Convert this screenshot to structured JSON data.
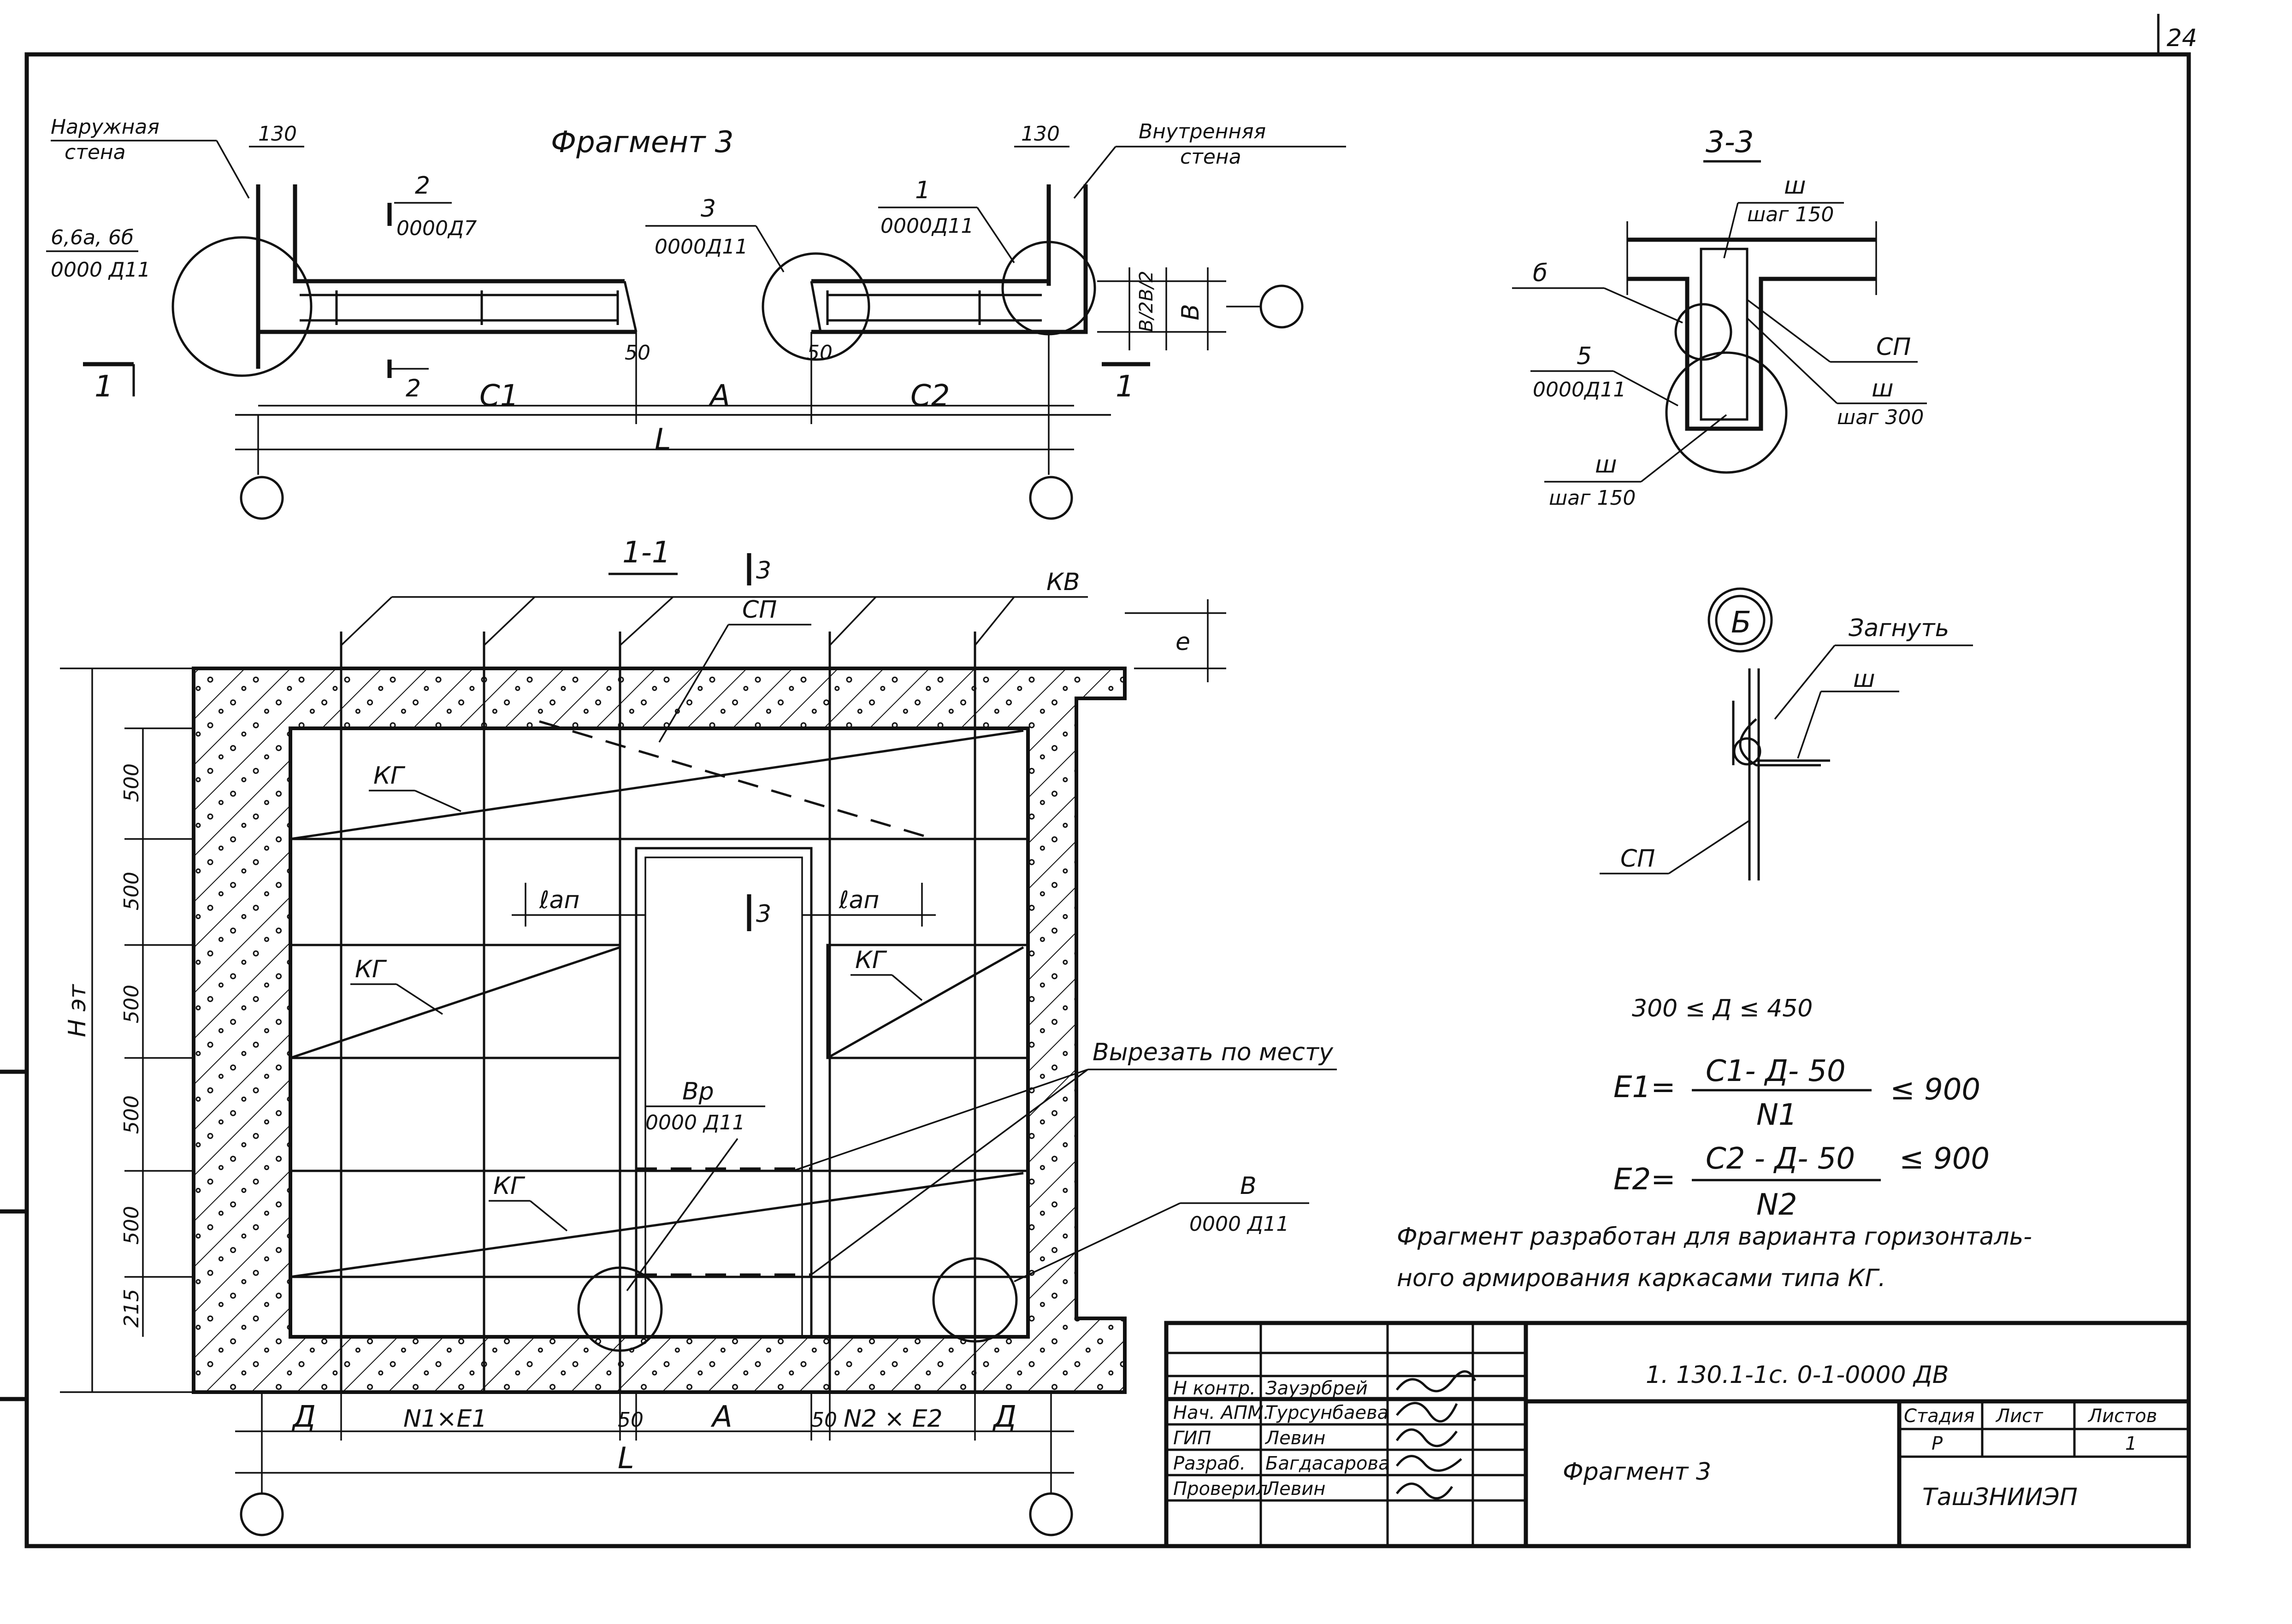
{
  "sheet_number": "24",
  "plan": {
    "title": "Фрагмент 3",
    "outer_wall_line1": "Наружная",
    "outer_wall_line2": "стена",
    "inner_wall_line1": "Внутренняя",
    "inner_wall_line2": "стена",
    "dim_130_left": "130",
    "dim_130_right": "130",
    "callout_2_num": "2",
    "callout_2_ref": "0000Д7",
    "callout_3_num": "3",
    "callout_3_ref": "0000Д11",
    "callout_1_num": "1",
    "callout_1_ref": "0000Д11",
    "callout_66_num": "6,6а, 6б",
    "callout_66_ref": "0000 Д11",
    "cut_1": "1",
    "cut_2": "2",
    "dim_50a": "50",
    "dim_50b": "50",
    "dim_C1": "C1",
    "dim_A": "A",
    "dim_C2": "C2",
    "dim_L": "L",
    "dim_B": "B",
    "dim_B_small": "B/2B/2"
  },
  "section_33": {
    "title": "3-3",
    "w_top": "ш",
    "step_150_top": "шаг 150",
    "label_b": "б",
    "label_sp": "СП",
    "w_mid": "ш",
    "step_300": "шаг 300",
    "callout_5_num": "5",
    "callout_5_ref": "0000Д11",
    "w_bot": "ш",
    "step_150_bot": "шаг 150"
  },
  "detail_b": {
    "mark": "Б",
    "bend": "Загнуть",
    "w": "ш",
    "sp": "СП"
  },
  "section_11": {
    "title": "1-1",
    "cut_3_top": "3",
    "cut_3_mid": "3",
    "kv": "КВ",
    "sp": "СП",
    "dim_e": "е",
    "kg1": "КГ",
    "kg2": "КГ",
    "kg3": "КГ",
    "kg4": "КГ",
    "lap_left": "ℓап",
    "lap_right": "ℓап",
    "cut_here": "Вырезать по месту",
    "bp_num": "Вр",
    "bp_ref": "0000 Д11",
    "v_num": "В",
    "v_ref": "0000 Д11",
    "h_et": "Н эт",
    "heights": [
      "500",
      "500",
      "500",
      "500",
      "500",
      "215"
    ],
    "dim_D_left": "Д",
    "dim_N1E1": "N1×E1",
    "dim_50a": "50",
    "dim_A": "A",
    "dim_50b": "50",
    "dim_N2E2": "N2 × E2",
    "dim_D_right": "Д",
    "dim_L": "L"
  },
  "formulas": {
    "range": "300 ≤ Д ≤ 450",
    "e1_lhs": "E1=",
    "e1_num": "C1- Д- 50",
    "e1_den": "N1",
    "e1_rhs": "≤ 900",
    "e2_lhs": "E2=",
    "e2_num": "C2 - Д- 50",
    "e2_den": "N2",
    "e2_rhs": "≤ 900"
  },
  "note": {
    "line1": "Фрагмент разработан для варианта горизонталь-",
    "line2": "ного армирования каркасами типа КГ."
  },
  "title_block": {
    "doc_code": "1. 130.1-1с. 0-1-0000 ДВ",
    "roles": [
      "Н контр.",
      "Нач. АПМ.",
      "ГИП",
      "Разраб.",
      "Проверил"
    ],
    "names": [
      "Зауэрбрей",
      "Турсунбаева",
      "Левин",
      "Багдасарова",
      "Левин"
    ],
    "sheet_name": "Фрагмент 3",
    "col_stage": "Стадия",
    "col_sheet": "Лист",
    "col_sheets": "Листов",
    "stage": "Р",
    "sheets": "1",
    "org": "ТашЗНИИЭП"
  }
}
